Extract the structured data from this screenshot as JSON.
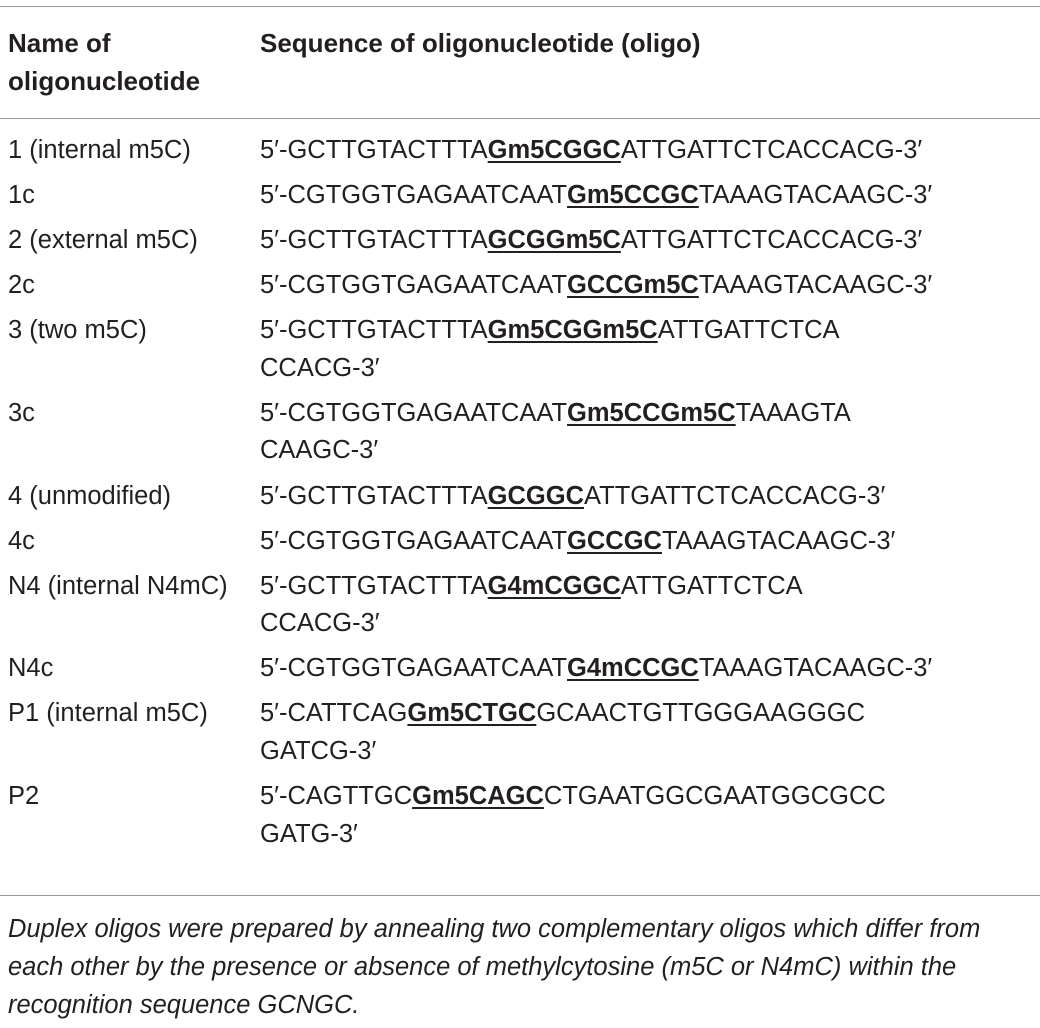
{
  "table": {
    "headers": {
      "name": "Name of oligonucleotide",
      "sequence": "Sequence of oligonucleotide (oligo)"
    },
    "rows": [
      {
        "name": "1 (internal m5C)",
        "lines": [
          {
            "pre": "5′-GCTTGTACTTTA",
            "site": "Gm5CGGC",
            "post": "ATTGATTCTCACCACG-3′"
          }
        ]
      },
      {
        "name": "1c",
        "lines": [
          {
            "pre": "5′-CGTGGTGAGAATCAAT",
            "site": "Gm5CCGC",
            "post": "TAAAGTACAAGC-3′"
          }
        ]
      },
      {
        "name": "2 (external m5C)",
        "lines": [
          {
            "pre": "5′-GCTTGTACTTTA",
            "site": "GCGGm5C",
            "post": "ATTGATTCTCACCACG-3′"
          }
        ]
      },
      {
        "name": "2c",
        "lines": [
          {
            "pre": "5′-CGTGGTGAGAATCAAT",
            "site": "GCCGm5C",
            "post": "TAAAGTACAAGC-3′"
          }
        ]
      },
      {
        "name": "3 (two m5C)",
        "lines": [
          {
            "pre": "5′-GCTTGTACTTTA",
            "site": "Gm5CGGm5C",
            "post": "ATTGATTCTCA"
          },
          {
            "pre": "CCACG-3′",
            "site": "",
            "post": ""
          }
        ]
      },
      {
        "name": "3c",
        "lines": [
          {
            "pre": "5′-CGTGGTGAGAATCAAT",
            "site": "Gm5CCGm5C",
            "post": "TAAAGTA"
          },
          {
            "pre": "CAAGC-3′",
            "site": "",
            "post": ""
          }
        ]
      },
      {
        "name": "4 (unmodified)",
        "lines": [
          {
            "pre": "5′-GCTTGTACTTTA",
            "site": "GCGGC",
            "post": "ATTGATTCTCACCACG-3′"
          }
        ]
      },
      {
        "name": "4c",
        "lines": [
          {
            "pre": "5′-CGTGGTGAGAATCAAT",
            "site": "GCCGC",
            "post": "TAAAGTACAAGC-3′"
          }
        ]
      },
      {
        "name": "N4 (internal N4mC)",
        "lines": [
          {
            "pre": "5′-GCTTGTACTTTA",
            "site": "G4mCGGC",
            "post": "ATTGATTCTCA"
          },
          {
            "pre": "CCACG-3′",
            "site": "",
            "post": ""
          }
        ]
      },
      {
        "name": "N4c",
        "lines": [
          {
            "pre": "5′-CGTGGTGAGAATCAAT",
            "site": "G4mCCGC",
            "post": "TAAAGTACAAGC-3′"
          }
        ]
      },
      {
        "name": "P1 (internal m5C)",
        "lines": [
          {
            "pre": "5′-CATTCAG",
            "site": "Gm5CTGC",
            "post": "GCAACTGTTGGGAAGGGC"
          },
          {
            "pre": "GATCG-3′",
            "site": "",
            "post": ""
          }
        ]
      },
      {
        "name": "P2",
        "lines": [
          {
            "pre": "5′-CAGTTGC",
            "site": "Gm5CAGC",
            "post": "CTGAATGGCGAATGGCGCC"
          },
          {
            "pre": "GATG-3′",
            "site": "",
            "post": ""
          }
        ]
      }
    ]
  },
  "footnote": "Duplex oligos were prepared by annealing two complementary oligos which differ from each other by the presence or absence of methylcytosine (m5C or N4mC) within the recognition sequence GCNGC."
}
